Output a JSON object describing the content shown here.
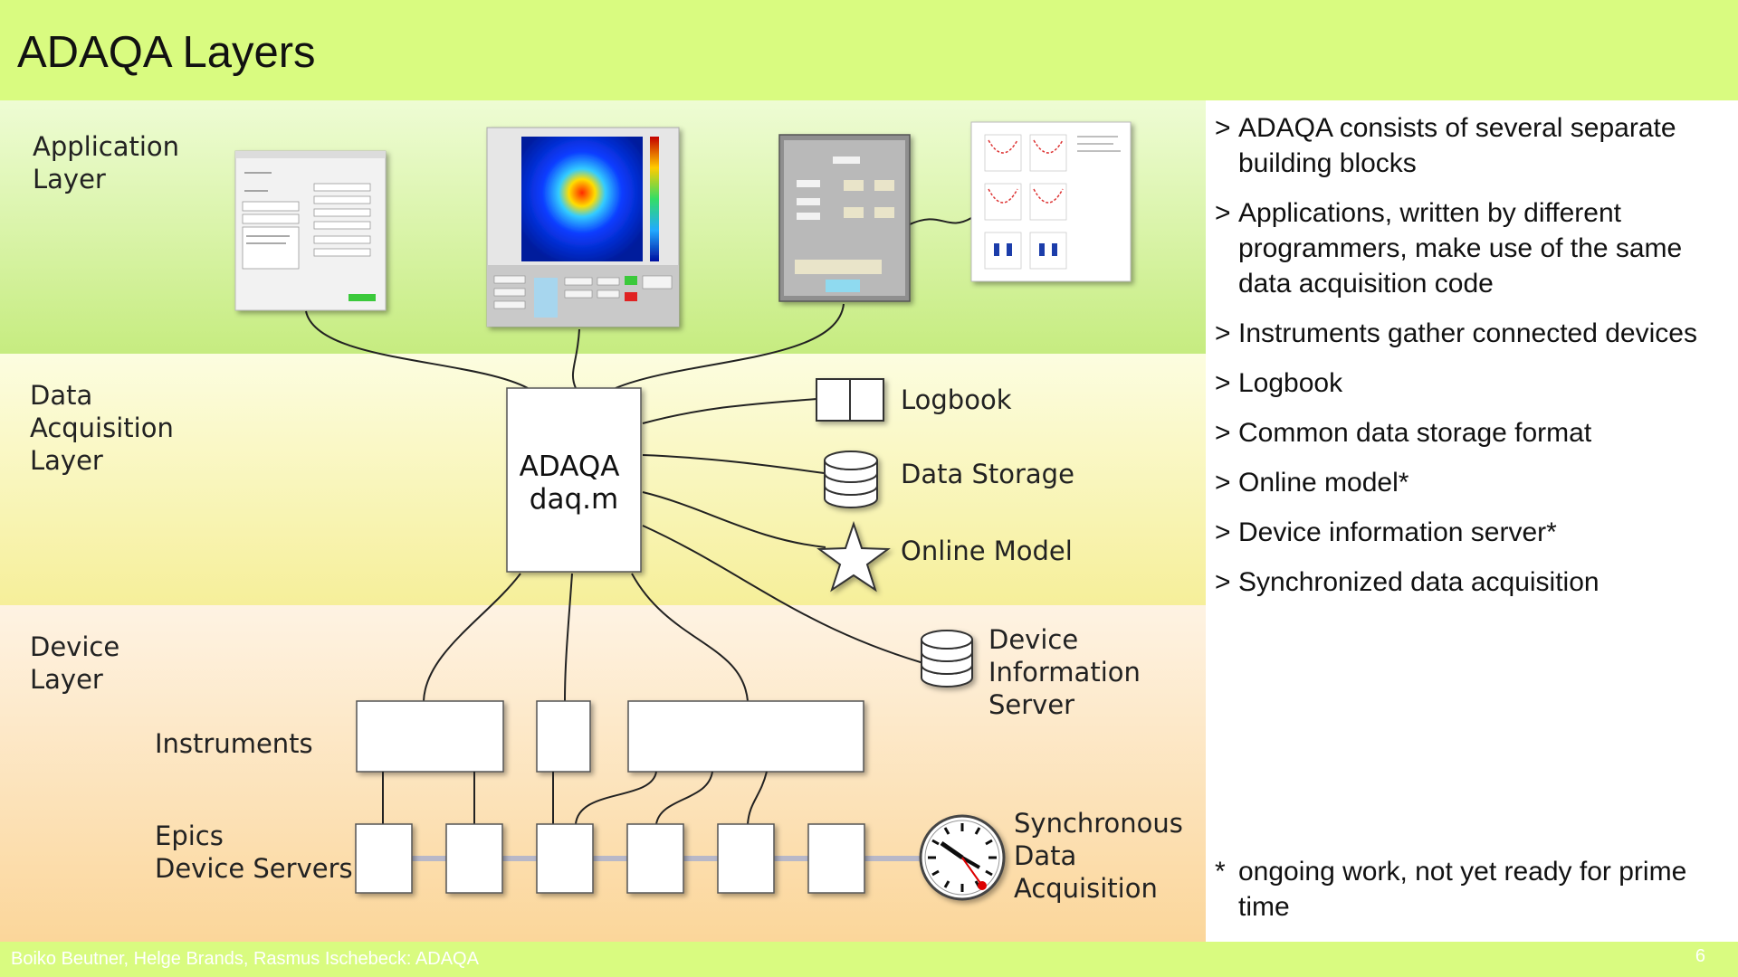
{
  "slide": {
    "title": "ADAQA Layers",
    "footer": "Boiko Beutner, Helge Brands, Rasmus Ischebeck: ADAQA",
    "page_number": "6"
  },
  "layers": {
    "application": [
      "Application",
      "Layer"
    ],
    "data_acquisition": [
      "Data",
      "Acquisition",
      "Layer"
    ],
    "device": [
      "Device",
      "Layer"
    ]
  },
  "central_box": [
    "ADAQA",
    "daq.m"
  ],
  "components": {
    "logbook": "Logbook",
    "data_storage": "Data Storage",
    "online_model": "Online Model",
    "device_info_server": [
      "Device",
      "Information",
      "Server"
    ],
    "instruments": "Instruments",
    "epics_servers": [
      "Epics",
      "Device Servers"
    ],
    "sync_acquisition": [
      "Synchronous",
      "Data",
      "Acquisition"
    ]
  },
  "bullets": [
    "ADAQA consists of several separate building blocks",
    "Applications, written by different programmers, make use of the same data acquisition code",
    "Instruments gather connected devices",
    "Logbook",
    "Common data storage format",
    "Online model*",
    "Device information server*",
    "Synchronized data acquisition"
  ],
  "bullet_marker": ">",
  "note_marker": "*",
  "note": "ongoing work, not yet ready for prime time",
  "colors": {
    "header_green": "#d9fb80",
    "app_layer_top": "#e8fbc4",
    "app_layer_bottom": "#c8ed86",
    "daq_layer_top": "#fbfcd0",
    "daq_layer_bottom": "#f5f0a0",
    "device_layer_top": "#fdf0dc",
    "device_layer_bottom": "#fbd9a0"
  }
}
